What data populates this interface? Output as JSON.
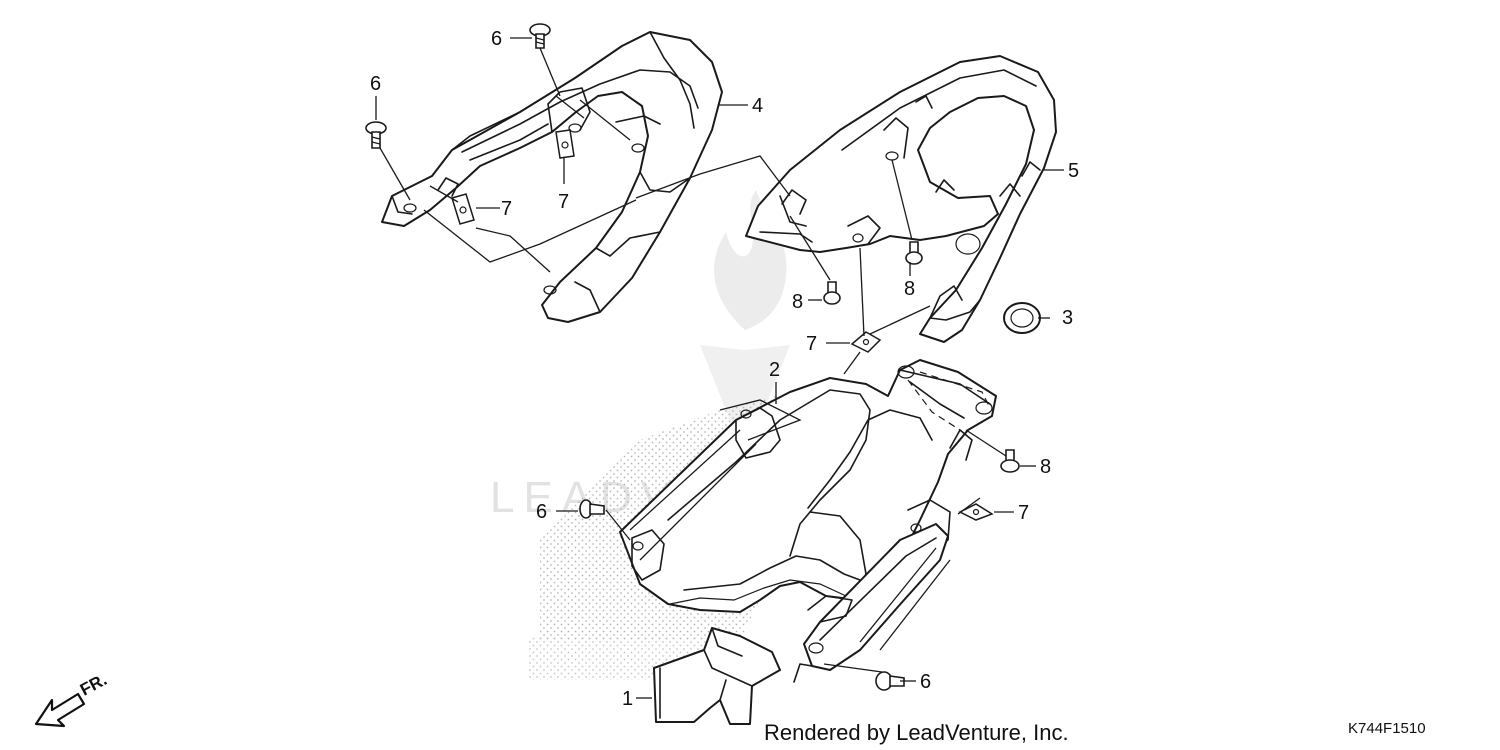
{
  "callouts": [
    {
      "id": "c1",
      "label": "1"
    },
    {
      "id": "c2",
      "label": "2"
    },
    {
      "id": "c3",
      "label": "3"
    },
    {
      "id": "c4",
      "label": "4"
    },
    {
      "id": "c5",
      "label": "5"
    },
    {
      "id": "c6a",
      "label": "6"
    },
    {
      "id": "c6b",
      "label": "6"
    },
    {
      "id": "c6c",
      "label": "6"
    },
    {
      "id": "c6d",
      "label": "6"
    },
    {
      "id": "c7a",
      "label": "7"
    },
    {
      "id": "c7b",
      "label": "7"
    },
    {
      "id": "c7c",
      "label": "7"
    },
    {
      "id": "c7d",
      "label": "7"
    },
    {
      "id": "c8a",
      "label": "8"
    },
    {
      "id": "c8b",
      "label": "8"
    },
    {
      "id": "c8c",
      "label": "8"
    }
  ],
  "credit": "Rendered by LeadVenture, Inc.",
  "diagram_code": "K744F1510",
  "direction_label": "FR.",
  "watermark_text": "LEADVENTURE",
  "icons": {
    "direction": "arrow-left-down-icon",
    "watermark": "flame-logo-icon"
  },
  "colors": {
    "line": "#1a1a1a",
    "stipple": "#b8b8b8",
    "watermark": "#e2e2e2"
  }
}
